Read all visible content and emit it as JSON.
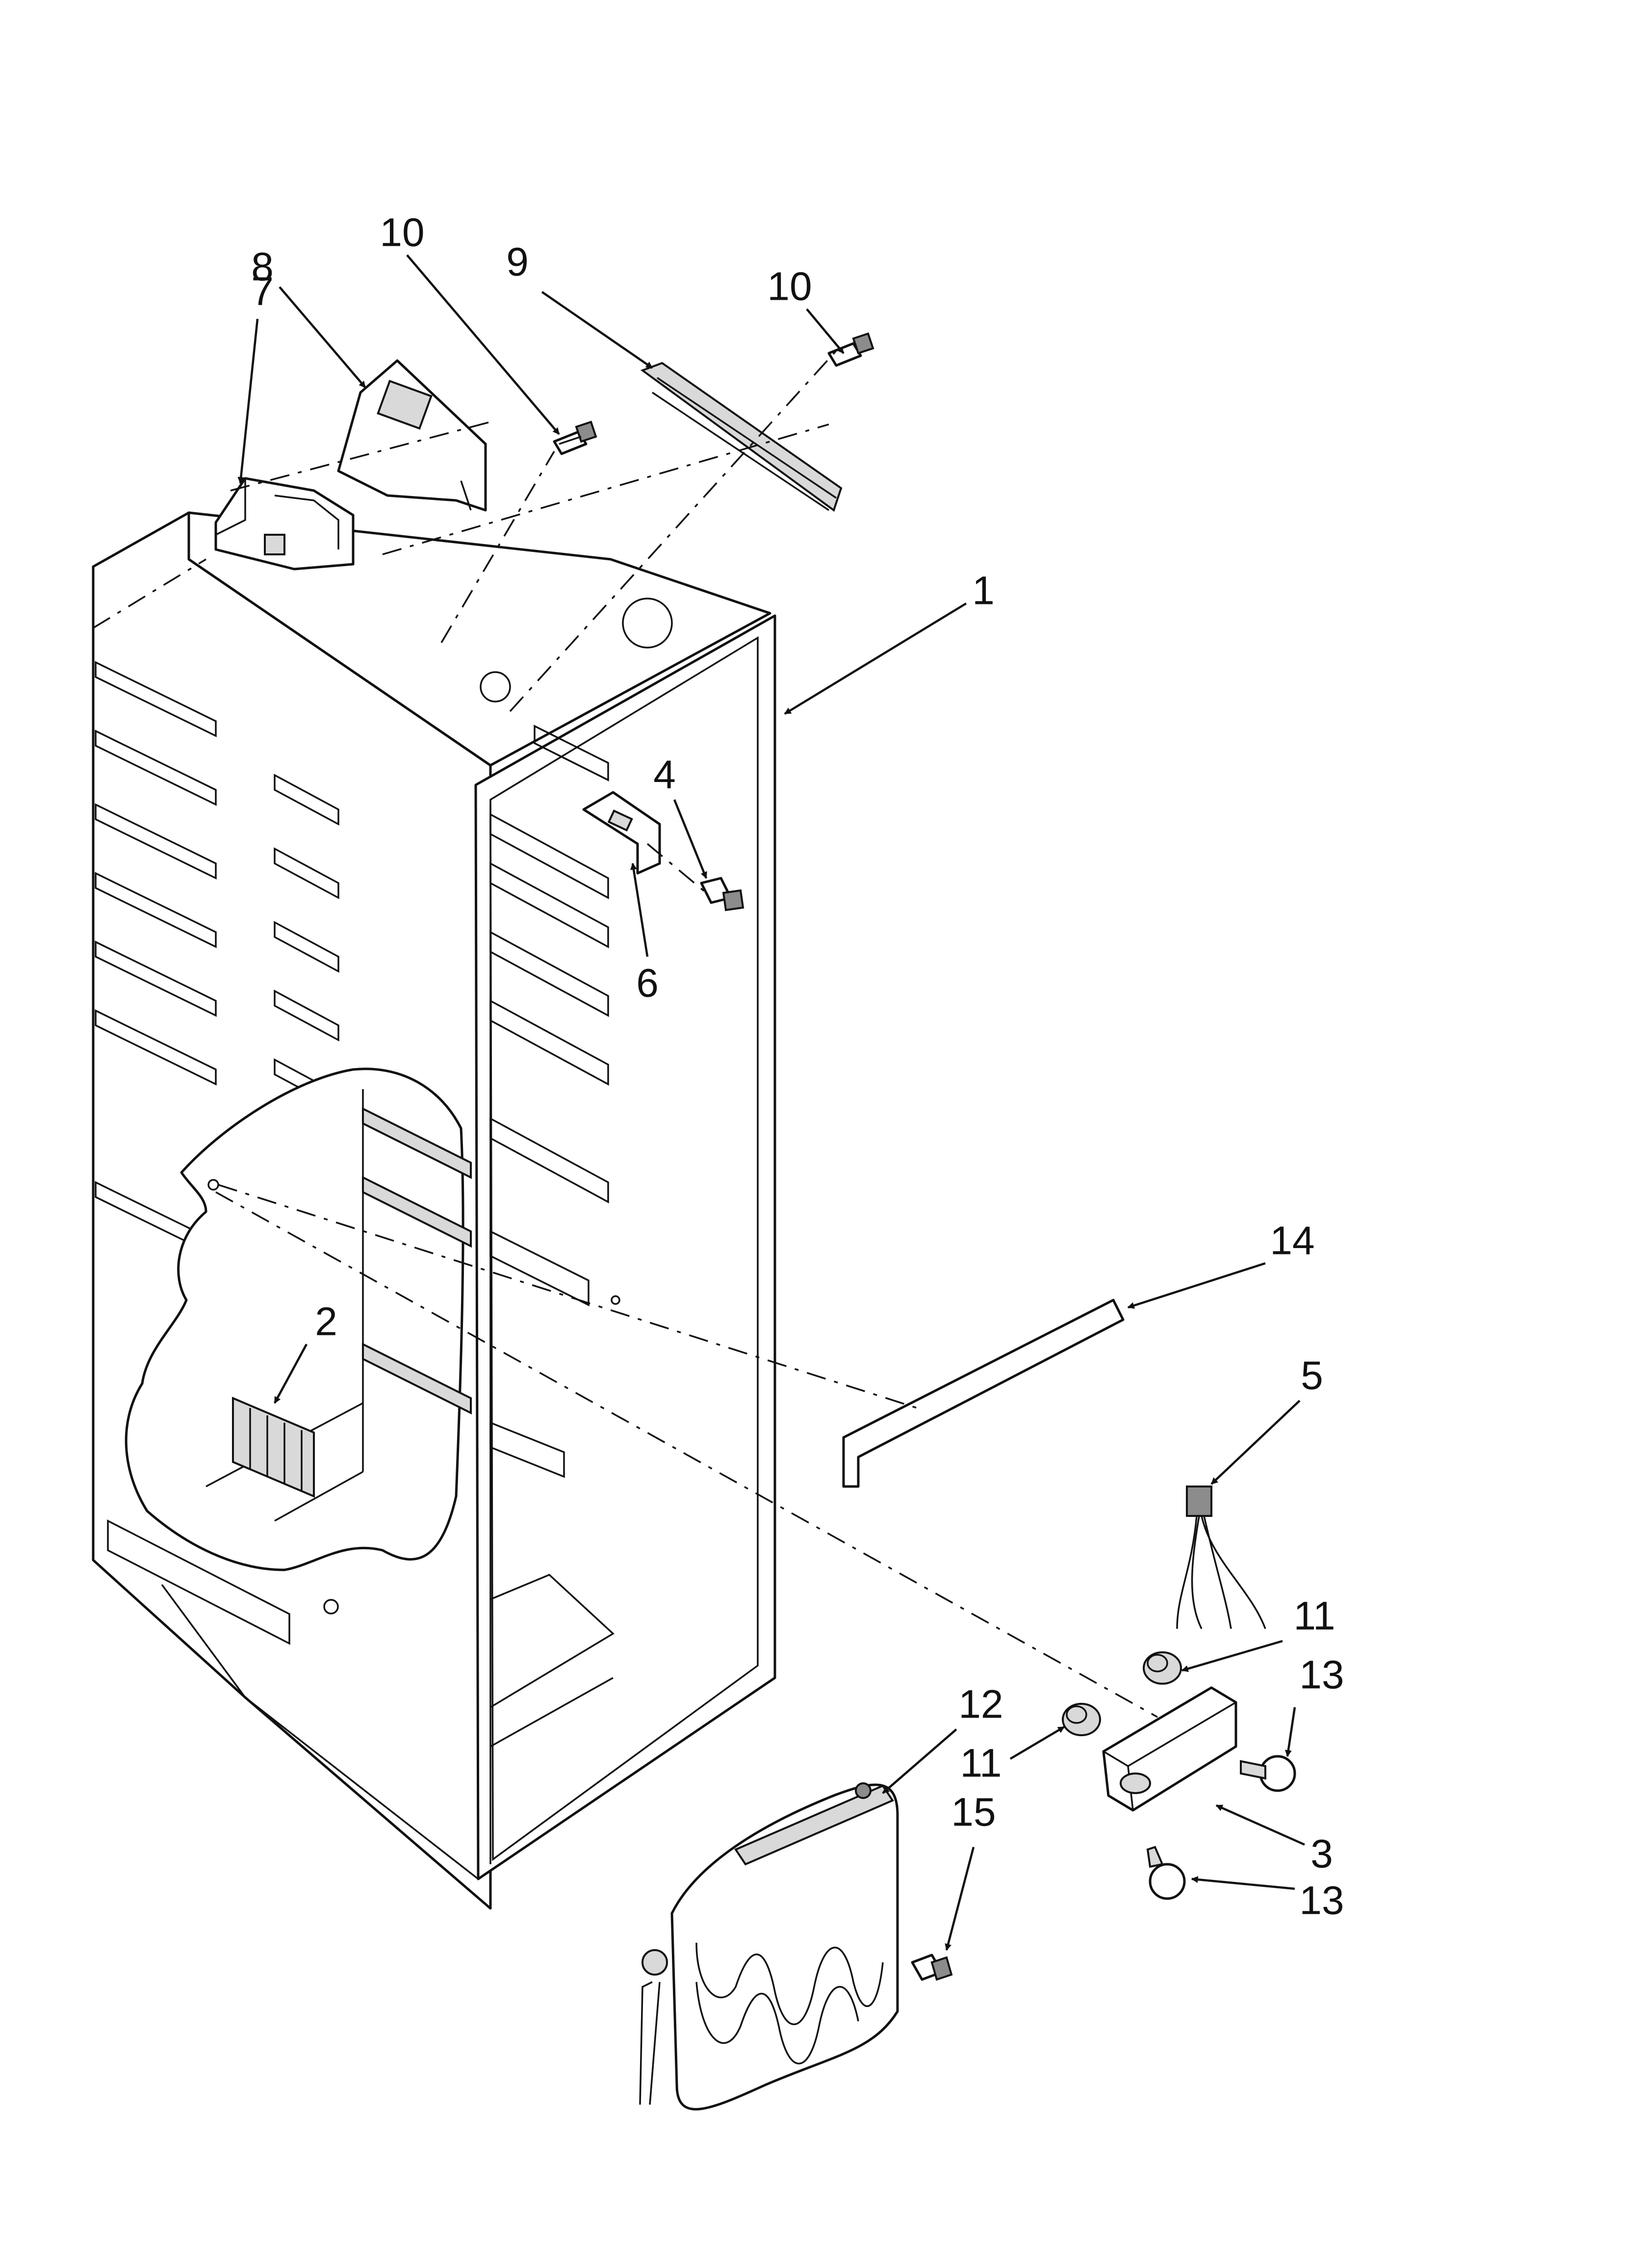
{
  "diagram": {
    "type": "exploded-parts-view",
    "callouts": [
      {
        "id": "c1",
        "label": "1"
      },
      {
        "id": "c2",
        "label": "2"
      },
      {
        "id": "c3",
        "label": "3"
      },
      {
        "id": "c4",
        "label": "4"
      },
      {
        "id": "c5",
        "label": "5"
      },
      {
        "id": "c6",
        "label": "6"
      },
      {
        "id": "c7",
        "label": "7"
      },
      {
        "id": "c8",
        "label": "8"
      },
      {
        "id": "c9",
        "label": "9"
      },
      {
        "id": "c10a",
        "label": "10"
      },
      {
        "id": "c10b",
        "label": "10"
      },
      {
        "id": "c11a",
        "label": "11"
      },
      {
        "id": "c11b",
        "label": "11"
      },
      {
        "id": "c12",
        "label": "12"
      },
      {
        "id": "c13a",
        "label": "13"
      },
      {
        "id": "c13b",
        "label": "13"
      },
      {
        "id": "c14",
        "label": "14"
      },
      {
        "id": "c15",
        "label": "15"
      }
    ]
  }
}
